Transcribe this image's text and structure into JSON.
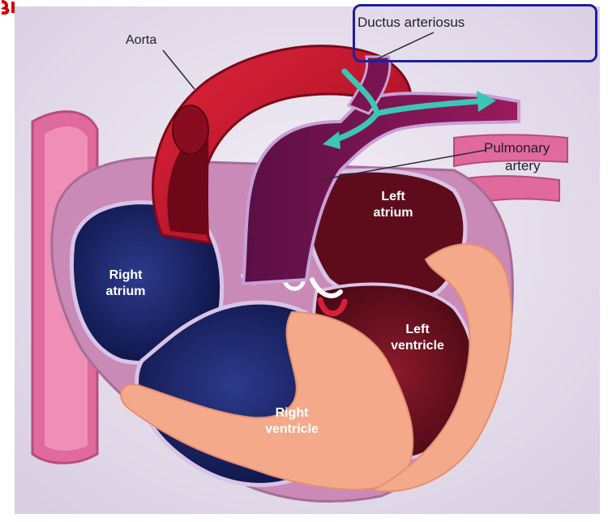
{
  "diagram": {
    "labels": {
      "aorta": "Aorta",
      "ductus": "Ductus arteriosus",
      "pulmonary_line1": "Pulmonary",
      "pulmonary_line2": "artery",
      "left_atrium_line1": "Left",
      "left_atrium_line2": "atrium",
      "right_atrium_line1": "Right",
      "right_atrium_line2": "atrium",
      "left_ventricle_line1": "Left",
      "left_ventricle_line2": "ventricle",
      "right_ventricle_line1": "Right",
      "right_ventricle_line2": "ventricle"
    },
    "colors": {
      "aorta": "#c8102e",
      "pulmonary": "#7a1450",
      "deoxygenated": "#1a2466",
      "oxygenated_chamber": "#6a0f1f",
      "myocardium": "#f4a98a",
      "pericardium": "#c98ab8",
      "flow_arrow": "#3cc6b6",
      "callout_border": "#1c1fa0",
      "background": "#e8e2ee"
    }
  }
}
